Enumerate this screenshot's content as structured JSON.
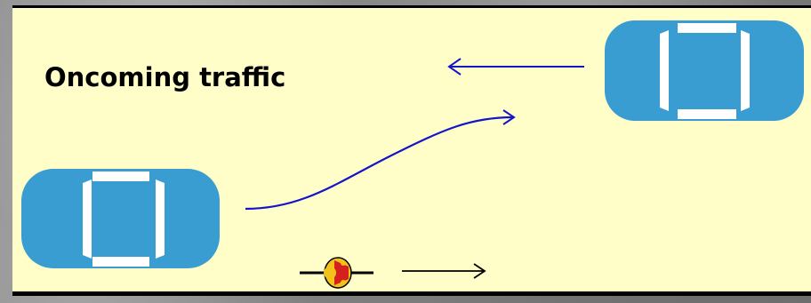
{
  "diagram": {
    "label": "Oncoming traffic",
    "colors": {
      "road": "#fffec8",
      "car_body": "#3a9dd1",
      "window": "#ffffff",
      "path_arrow": "#1515c8",
      "cyclist_arrow": "#000000",
      "cyclist_helmet": "#f2c21b",
      "cyclist_jersey": "#d62020"
    },
    "vehicles": [
      {
        "role": "oncoming-car",
        "direction": "left"
      },
      {
        "role": "overtaking-car",
        "direction": "right"
      },
      {
        "role": "cyclist",
        "direction": "right"
      }
    ]
  }
}
